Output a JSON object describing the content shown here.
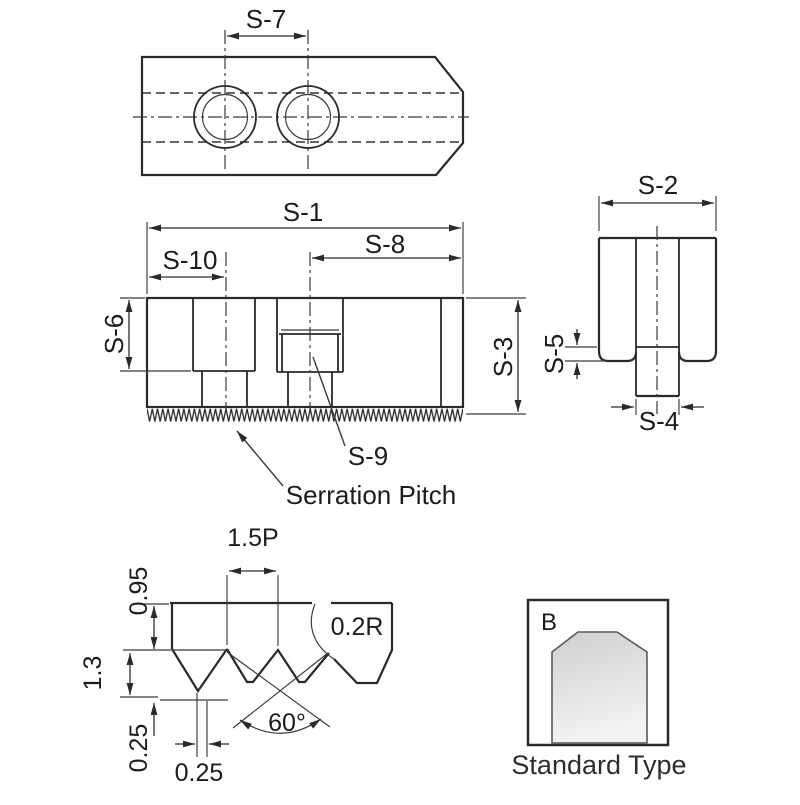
{
  "views": {
    "plan": {
      "s7": "S-7"
    },
    "front": {
      "s1": "S-1",
      "s8": "S-8",
      "s10": "S-10",
      "s6": "S-6",
      "s3": "S-3",
      "s9": "S-9",
      "note": "Serration Pitch"
    },
    "side": {
      "s2": "S-2",
      "s5": "S-5",
      "s4": "S-4"
    },
    "detail": {
      "pitch": "1.5P",
      "crest": "0.95",
      "depth": "1.3",
      "tip_offset": "0.25",
      "tip_width": "0.25",
      "angle": "60°",
      "radius": "0.2R"
    },
    "inset": {
      "label": "B",
      "caption": "Standard Type"
    }
  },
  "colors": {
    "line": "#2a2a2a",
    "background": "#ffffff",
    "text": "#1c1c1c",
    "inset_fill_top": "#cfcfcf",
    "inset_fill_bottom": "#f3f3f3"
  }
}
